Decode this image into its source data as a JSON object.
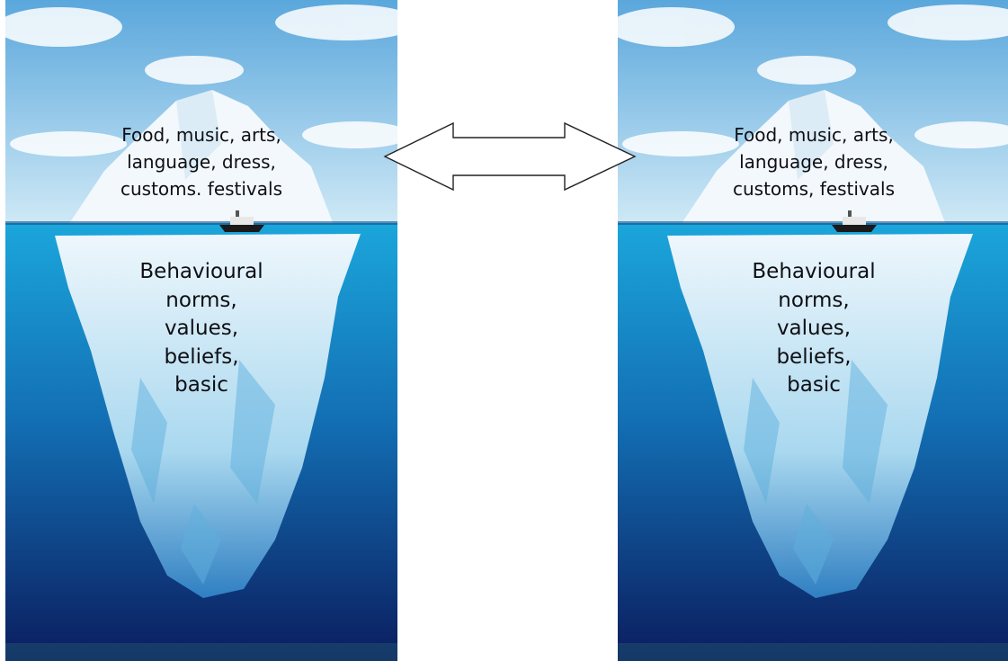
{
  "panels": [
    {
      "above_water": "Food, music, arts,\nlanguage, dress,\ncustoms. festivals",
      "below_water": "Behavioural\nnorms,\nvalues,\nbeliefs,\nbasic"
    },
    {
      "above_water": "Food, music, arts,\nlanguage, dress,\ncustoms, festivals",
      "below_water": "Behavioural\nnorms,\nvalues,\nbeliefs,\nbasic"
    }
  ],
  "connector": {
    "type": "double-headed-arrow"
  },
  "colors": {
    "sky_top": "#6fb3df",
    "sky_bottom": "#c8e6f5",
    "sea_top": "#1aa0d6",
    "sea_bottom": "#0c1f63",
    "ice": "#e8f3fb",
    "ice_shadow": "#7fc3e6"
  }
}
